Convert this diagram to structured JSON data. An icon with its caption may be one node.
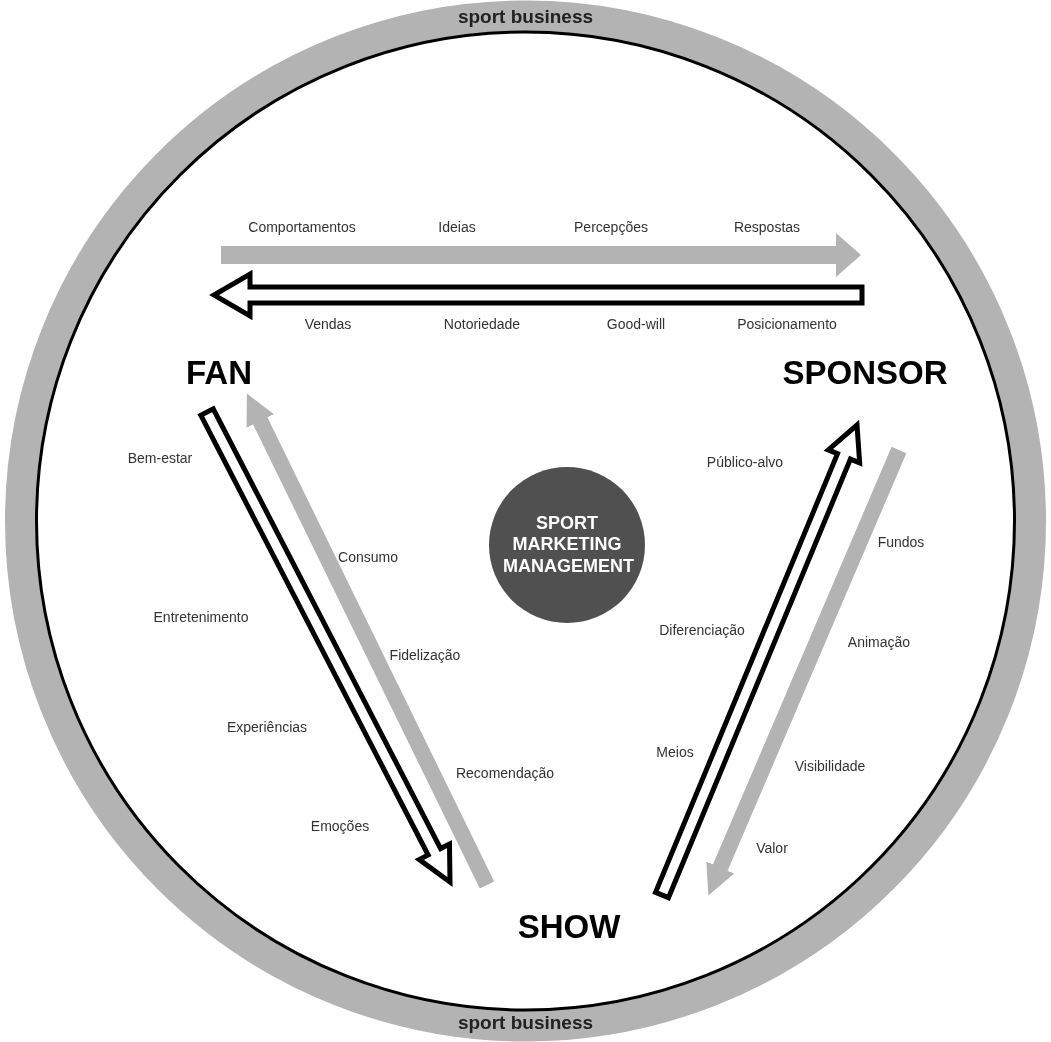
{
  "diagram": {
    "nodes": [
      {
        "text": [
          "sport business",
          "sport business"
        ]
      },
      {
        "text": [
          "FAN"
        ],
        "in": 0
      },
      {
        "text": [
          "SPONSOR"
        ],
        "in": 0
      },
      {
        "text": [
          "SHOW"
        ],
        "in": 0
      },
      {
        "text": [
          "SPORT MARKETING MANAGEMENT"
        ],
        "in": 0
      }
    ],
    "edges": [
      {
        "from": 1,
        "to": 3,
        "arrow": "to"
      },
      {
        "from": 3,
        "to": 1,
        "arrow": "to",
        "color": "#b3b3b3"
      },
      {
        "from": 3,
        "to": 2,
        "arrow": "to"
      },
      {
        "from": 2,
        "to": 3,
        "arrow": "to",
        "color": "#b3b3b3"
      }
    ],
    "labels": [
      "Comportamentos",
      "Ideias",
      "Percepções",
      "Respostas",
      "Vendas",
      "Notoriedade",
      "Good-will",
      "Posicionamento",
      "Bem-estar",
      "Público-alvo",
      "Consumo",
      "Fundos",
      "Entretenimento",
      "Diferenciação",
      "Fidelização",
      "Animação",
      "Experiências",
      "Meios",
      "Visibilidade",
      "Recomendação",
      "Emoções",
      "Valor"
    ]
  }
}
